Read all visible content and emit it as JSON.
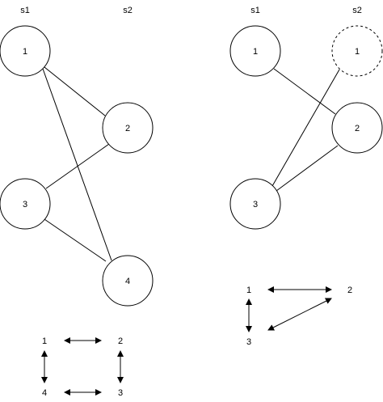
{
  "left": {
    "column_labels": [
      "s1",
      "s2"
    ],
    "nodes": [
      {
        "id": "L1",
        "label": "1",
        "dashed": false
      },
      {
        "id": "L2",
        "label": "2",
        "dashed": false
      },
      {
        "id": "L3",
        "label": "3",
        "dashed": false
      },
      {
        "id": "L4",
        "label": "4",
        "dashed": false
      }
    ],
    "edges": [
      [
        "L1",
        "L2"
      ],
      [
        "L1",
        "L4"
      ],
      [
        "L3",
        "L2"
      ],
      [
        "L3",
        "L4"
      ]
    ],
    "summary": {
      "labels": [
        "1",
        "2",
        "4",
        "3"
      ],
      "arrows": [
        [
          "1",
          "2"
        ],
        [
          "1",
          "4"
        ],
        [
          "2",
          "3"
        ],
        [
          "4",
          "3"
        ]
      ]
    }
  },
  "right": {
    "column_labels": [
      "s1",
      "s2"
    ],
    "nodes": [
      {
        "id": "R1",
        "label": "1",
        "dashed": false
      },
      {
        "id": "R1b",
        "label": "1",
        "dashed": true
      },
      {
        "id": "R2",
        "label": "2",
        "dashed": false
      },
      {
        "id": "R3",
        "label": "3",
        "dashed": false
      }
    ],
    "edges": [
      [
        "R1",
        "R2"
      ],
      [
        "R3",
        "R1b"
      ],
      [
        "R3",
        "R2"
      ]
    ],
    "summary": {
      "labels": [
        "1",
        "2",
        "3"
      ],
      "arrows": [
        [
          "1",
          "2"
        ],
        [
          "1",
          "3"
        ],
        [
          "3",
          "2"
        ]
      ]
    }
  },
  "colors": {
    "stroke": "#000000",
    "fill": "#ffffff"
  }
}
